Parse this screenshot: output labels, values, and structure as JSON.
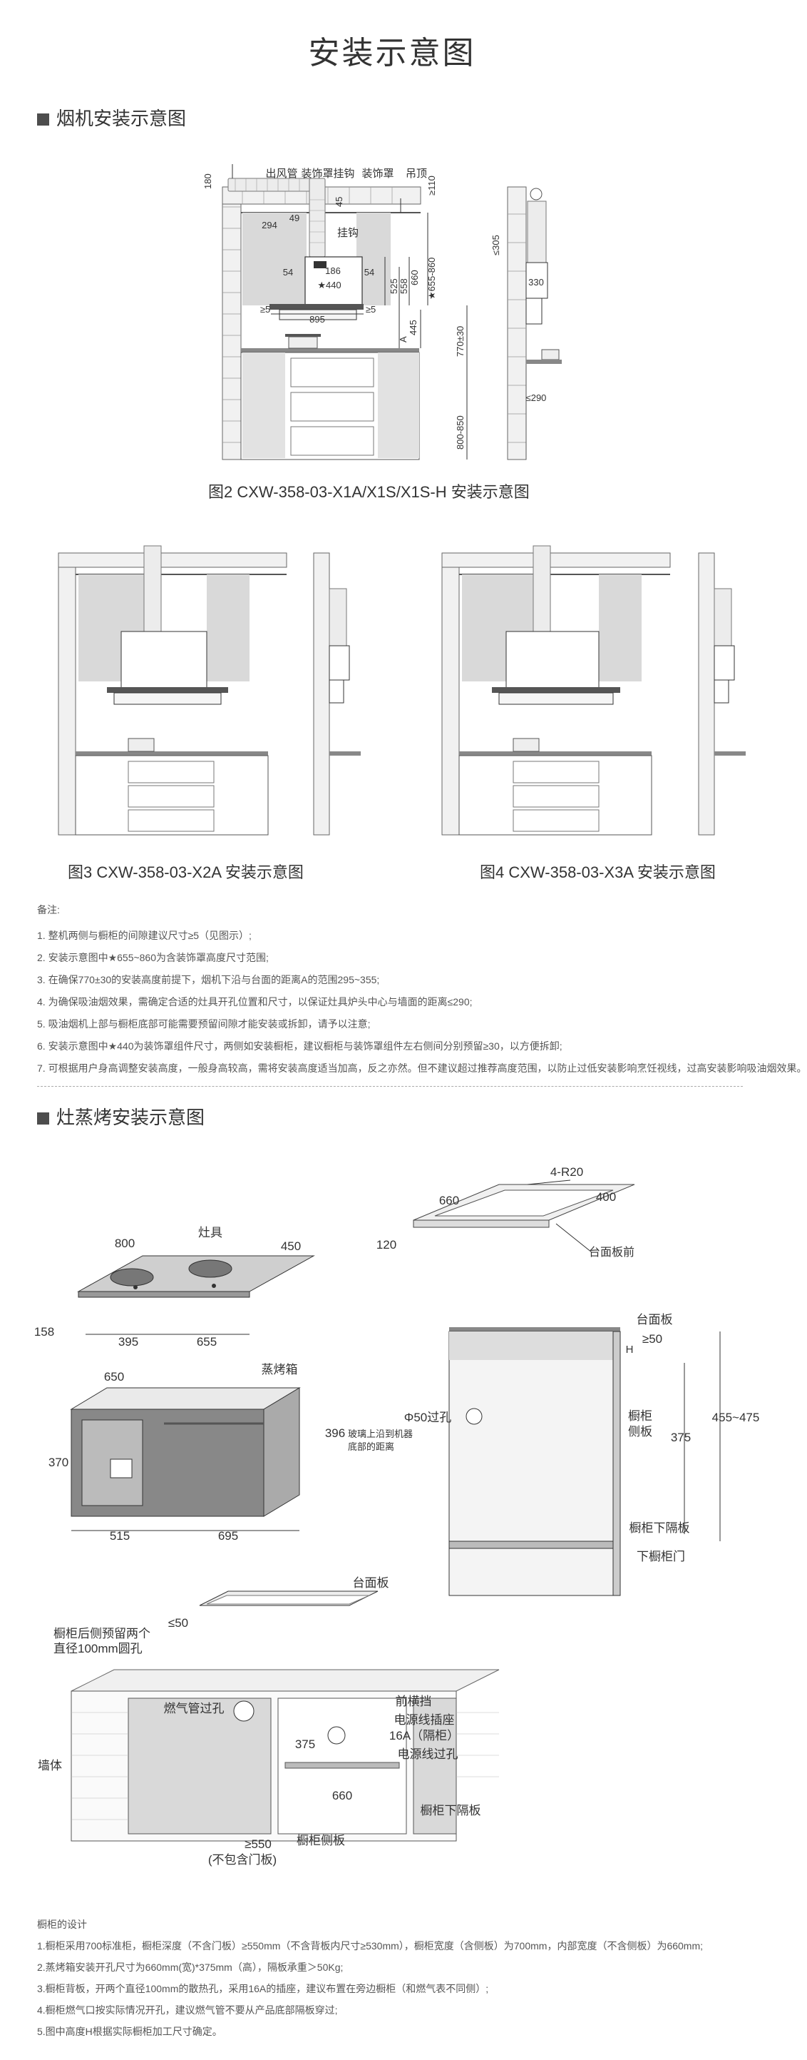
{
  "page": {
    "title": "安装示意图"
  },
  "hood_section": {
    "title": "烟机安装示意图",
    "fig2": {
      "caption": "图2 CXW-358-03-X1A/X1S/X1S-H 安装示意图",
      "labels": {
        "duct": "出风管",
        "cover_hook": "装饰罩挂钩",
        "cover": "装饰罩",
        "ceiling": "吊顶",
        "hook": "挂钩"
      },
      "dims": {
        "d180": "180",
        "d110": "≥110",
        "d45": "45",
        "d294": "294",
        "d49": "49",
        "d655": "★655-860",
        "d54a": "54",
        "d186": "186",
        "d54b": "54",
        "d440": "★440",
        "d525": "525",
        "d558": "558",
        "d660": "660",
        "d5a": "≥5",
        "d895": "895",
        "d5b": "≥5",
        "d445": "445",
        "dA": "A",
        "d770": "770±30",
        "d800": "800-850",
        "d305": "≤305",
        "d330": "330",
        "d290": "≤290"
      }
    },
    "fig3": {
      "caption": "图3 CXW-358-03-X2A  安装示意图"
    },
    "fig4": {
      "caption": "图4 CXW-358-03-X3A 安装示意图"
    },
    "notes_title": "备注:",
    "notes": [
      "1. 整机两侧与橱柜的间隙建议尺寸≥5（见图示）;",
      "2. 安装示意图中★655~860为含装饰罩高度尺寸范围;",
      "3. 在确保770±30的安装高度前提下，烟机下沿与台面的距离A的范围295~355;",
      "4. 为确保吸油烟效果，需确定合适的灶具开孔位置和尺寸，以保证灶具炉头中心与墙面的距离≤290;",
      "5. 吸油烟机上部与橱柜底部可能需要预留间隙才能安装或拆卸，请予以注意;",
      "6. 安装示意图中★440为装饰罩组件尺寸，两侧如安装橱柜，建议橱柜与装饰罩组件左右侧间分别预留≥30，以方便拆卸;",
      "7. 可根据用户身高调整安装高度，一般身高较高，需将安装高度适当加高，反之亦然。但不建议超过推荐高度范围，以防止过低安装影响烹饪视线，过高安装影响吸油烟效果。"
    ]
  },
  "stove_section": {
    "title": "灶蒸烤安装示意图",
    "stove": {
      "label": "灶具",
      "d800": "800",
      "d450": "450",
      "d158": "158",
      "d395": "395",
      "d655": "655"
    },
    "cutout": {
      "d660": "660",
      "r": "4-R20",
      "d400": "400",
      "d120": "120",
      "label": "台面板前"
    },
    "oven": {
      "label": "蒸烤箱",
      "d650": "650",
      "d370": "370",
      "d515": "515",
      "d695": "695",
      "note_num": "396",
      "note_line1": "玻璃上沿到机器",
      "note_line2": "底部的距离"
    },
    "side": {
      "countertop": "台面板",
      "dH": "H",
      "d50": "≥50",
      "hole": "Φ50过孔",
      "side_panel_1": "橱柜",
      "side_panel_2": "侧板",
      "d375": "375",
      "d455": "455~475",
      "lower_shelf": "橱柜下隔板",
      "lower_door": "下橱柜门"
    },
    "cabinet": {
      "countertop": "台面板",
      "d50": "≤50",
      "rear_holes_1": "橱柜后侧预留两个",
      "rear_holes_2": "直径100mm圆孔",
      "gas_hole": "燃气管过孔",
      "wall": "墙体",
      "front_rail": "前横挡",
      "socket_1": "电源线插座",
      "socket_2": "16A（隔柜）",
      "power_hole": "电源线过孔",
      "d375": "375",
      "d660": "660",
      "lower_shelf": "橱柜下隔板",
      "side_panel": "橱柜侧板",
      "d550": "≥550",
      "excl": "(不包含门板)"
    },
    "design_title": "橱柜的设计",
    "design_notes": [
      "1.橱柜采用700标准柜，橱柜深度（不含门板）≥550mm（不含背板内尺寸≥530mm），橱柜宽度（含侧板）为700mm，内部宽度（不含侧板）为660mm;",
      "2.蒸烤箱安装开孔尺寸为660mm(宽)*375mm（高），隔板承重＞50Kg;",
      "3.橱柜背板，开两个直径100mm的散热孔，采用16A的插座，建议布置在旁边橱柜（和燃气表不同侧）;",
      "4.橱柜燃气口按实际情况开孔，建议燃气管不要从产品底部隔板穿过;",
      "5.图中高度H根据实际橱柜加工尺寸确定。"
    ]
  },
  "colors": {
    "panel_gray": "#d9d9d9",
    "line": "#333333",
    "dark": "#555555",
    "muted": "#888888"
  }
}
